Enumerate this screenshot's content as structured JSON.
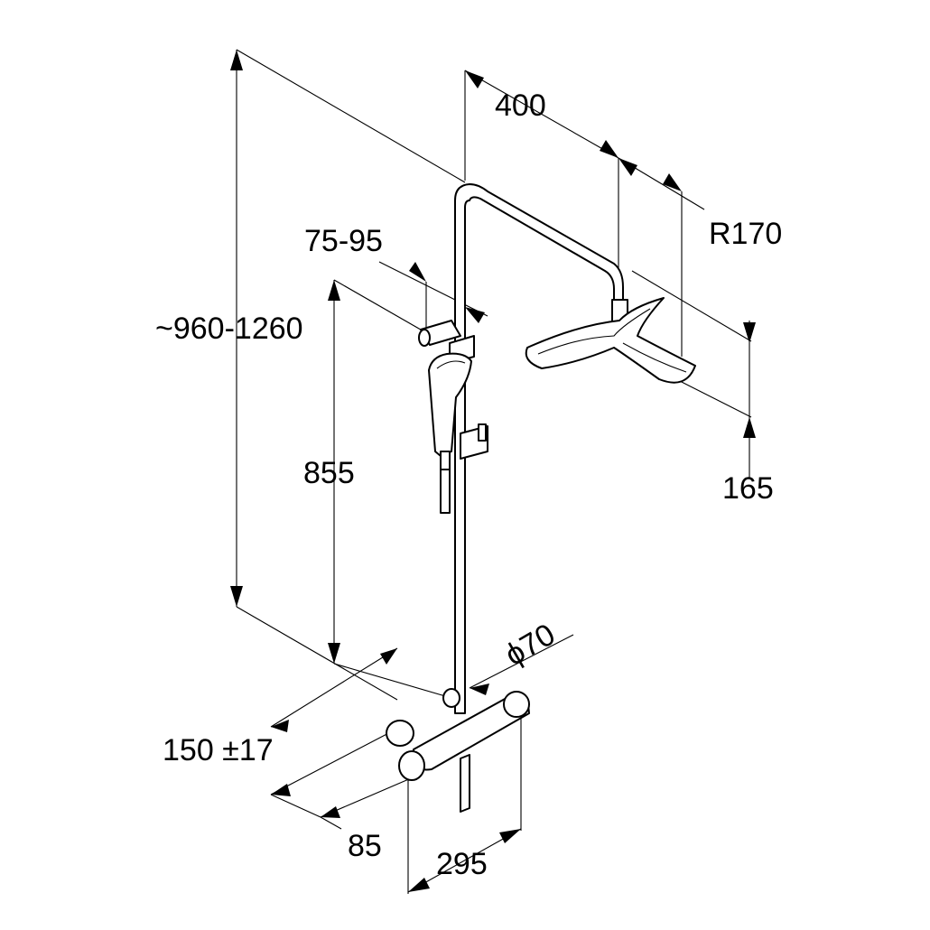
{
  "dimensions": {
    "height_range": "~960-1260",
    "arm_length": "400",
    "head_radius": "R170",
    "bracket_range": "75-95",
    "slider_height": "855",
    "head_depth": "165",
    "mixer_diameter": "ϕ70",
    "inlet_spacing": "150 ±17",
    "wall_offset": "85",
    "mixer_width": "295"
  }
}
